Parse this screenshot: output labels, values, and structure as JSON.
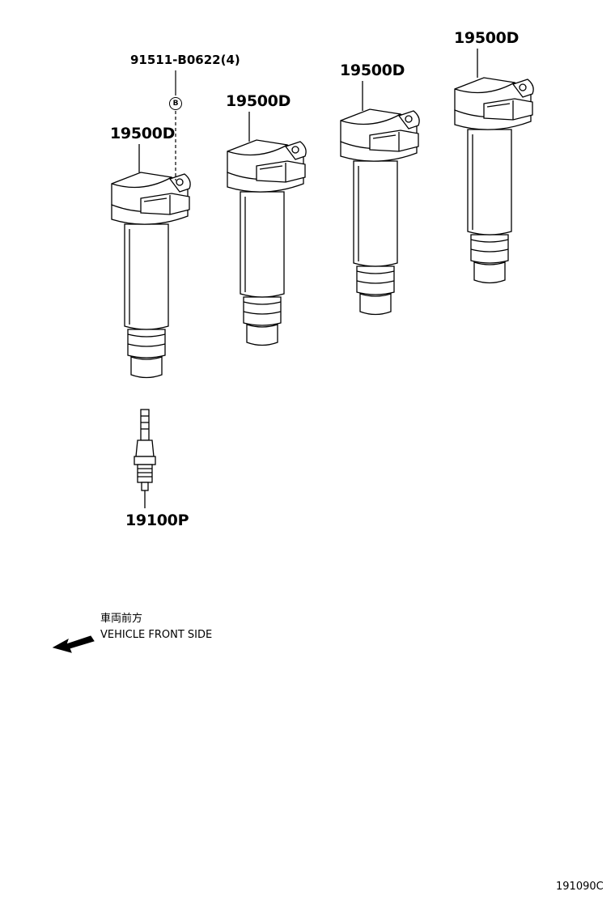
{
  "diagram": {
    "callouts": {
      "coil_1": "19500D",
      "coil_2": "19500D",
      "coil_3": "19500D",
      "coil_4": "19500D",
      "spark_plug": "19100P",
      "bolt": "91511-B0622(4)",
      "bolt_marker": "B"
    },
    "direction": {
      "japanese": "車両前方",
      "english": "VEHICLE FRONT SIDE"
    },
    "figure_id": "191090C"
  }
}
